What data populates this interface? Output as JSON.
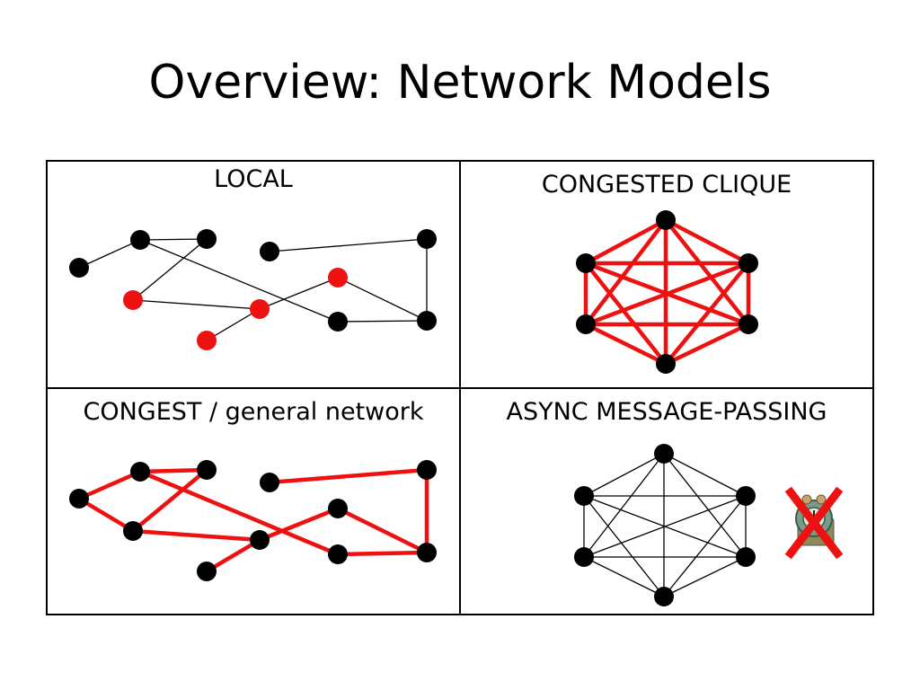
{
  "slide": {
    "title": "Overview: Network Models"
  },
  "panels": {
    "local": {
      "label": "LOCAL"
    },
    "clique": {
      "label": "CONGESTED CLIQUE"
    },
    "congest": {
      "label": "CONGEST / general network"
    },
    "async": {
      "label": "ASYNC MESSAGE-PASSING"
    }
  },
  "colors": {
    "red": "#ee1111",
    "black": "#000000"
  },
  "icons": {
    "async_badge": "clock-with-red-x-icon"
  }
}
